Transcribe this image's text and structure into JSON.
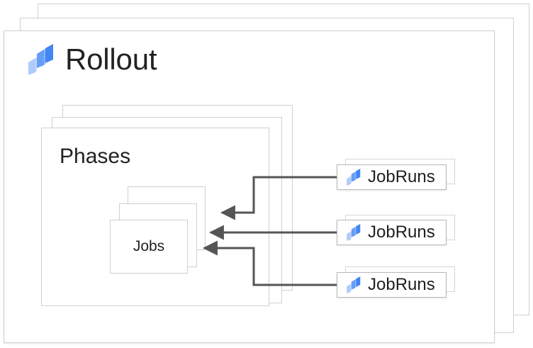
{
  "diagram": {
    "title": "Rollout",
    "logo_icon": "rollout-logo-icon",
    "phases": {
      "title": "Phases",
      "jobs": {
        "title": "Jobs",
        "stack_count": 3
      },
      "stack_count": 3
    },
    "stack_count": 3,
    "jobruns": [
      {
        "label": "JobRuns",
        "icon": "rollout-logo-icon"
      },
      {
        "label": "JobRuns",
        "icon": "rollout-logo-icon"
      },
      {
        "label": "JobRuns",
        "icon": "rollout-logo-icon"
      }
    ],
    "connectors": [
      {
        "from": "jobruns-1",
        "to": "jobs",
        "arrow": "left"
      },
      {
        "from": "jobruns-2",
        "to": "jobs",
        "arrow": "left"
      },
      {
        "from": "jobruns-3",
        "to": "jobs",
        "arrow": "left"
      }
    ],
    "colors": {
      "logo_light": "#aecbfa",
      "logo_mid": "#669df6",
      "logo_dark": "#4285f4",
      "card_border": "#d0d0d0",
      "card_background": "#ffffff",
      "text": "#222222",
      "connector": "#555555"
    }
  }
}
